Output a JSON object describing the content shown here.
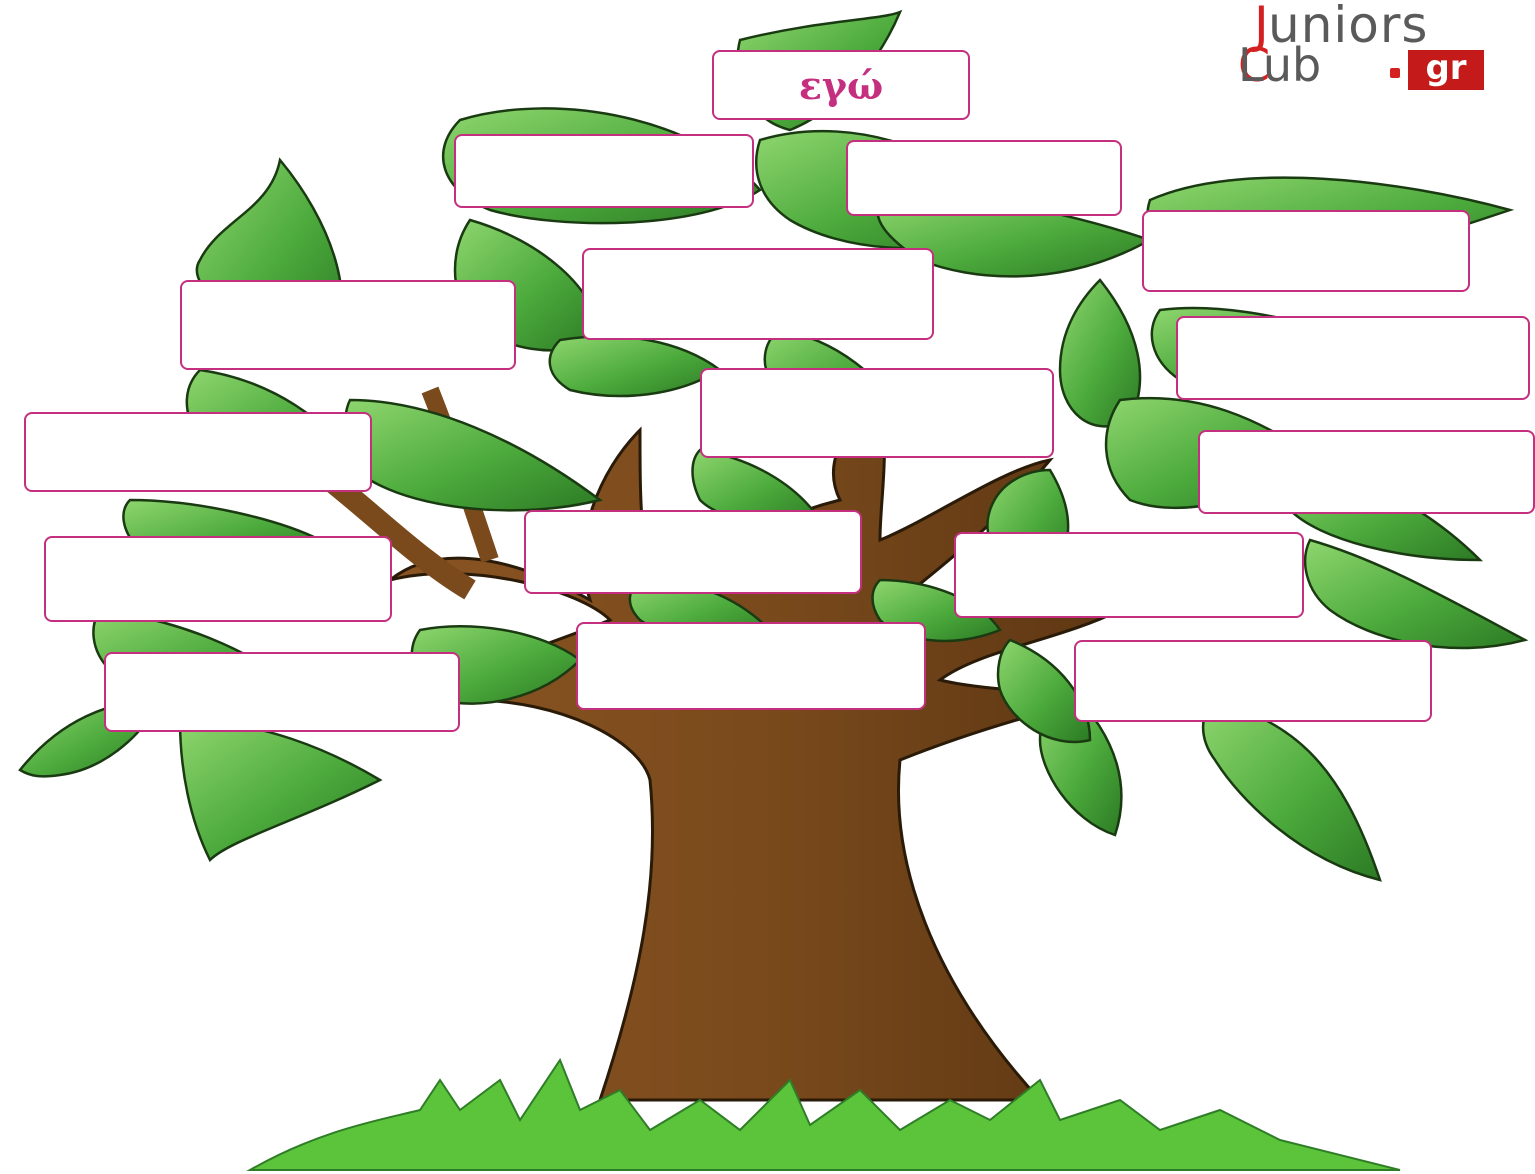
{
  "logo": {
    "juniors": "uniors",
    "j": "J",
    "club": "  Lub",
    "c": "C",
    "gr": "gr"
  },
  "boxes": [
    {
      "label": "εγώ"
    },
    {
      "label": ""
    },
    {
      "label": ""
    },
    {
      "label": ""
    },
    {
      "label": ""
    },
    {
      "label": ""
    },
    {
      "label": ""
    },
    {
      "label": ""
    },
    {
      "label": ""
    },
    {
      "label": ""
    },
    {
      "label": ""
    },
    {
      "label": ""
    },
    {
      "label": ""
    },
    {
      "label": ""
    },
    {
      "label": ""
    },
    {
      "label": ""
    }
  ],
  "colors": {
    "leaf": "#4caa3c",
    "leaf_dark": "#2f7d27",
    "trunk": "#7a4a1c",
    "grass": "#5cc43a",
    "box_border": "#c4307f"
  }
}
